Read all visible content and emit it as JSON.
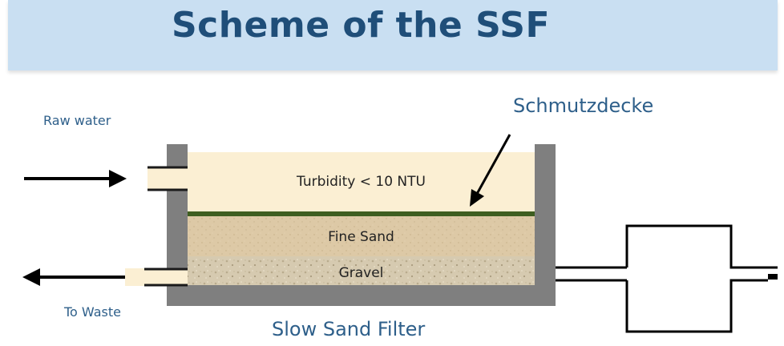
{
  "title": "Scheme of the SSF",
  "labels": {
    "raw_water": "Raw water",
    "to_waste": "To Waste",
    "schmutzdecke": "Schmutzdecke",
    "filter_name": "Slow Sand Filter"
  },
  "layers": {
    "water": "Turbidity < 10 NTU",
    "fine_sand": "Fine Sand",
    "gravel": "Gravel"
  },
  "colors": {
    "banner": "#c9dff2",
    "title": "#1f4e79",
    "label": "#2e5f8a",
    "tank_wall": "#7f7f7f",
    "water": "#fbefd3",
    "sand": "#ddc9a6",
    "gravel": "#d3c6a9",
    "schmutzdecke_layer": "#3e5e20"
  }
}
